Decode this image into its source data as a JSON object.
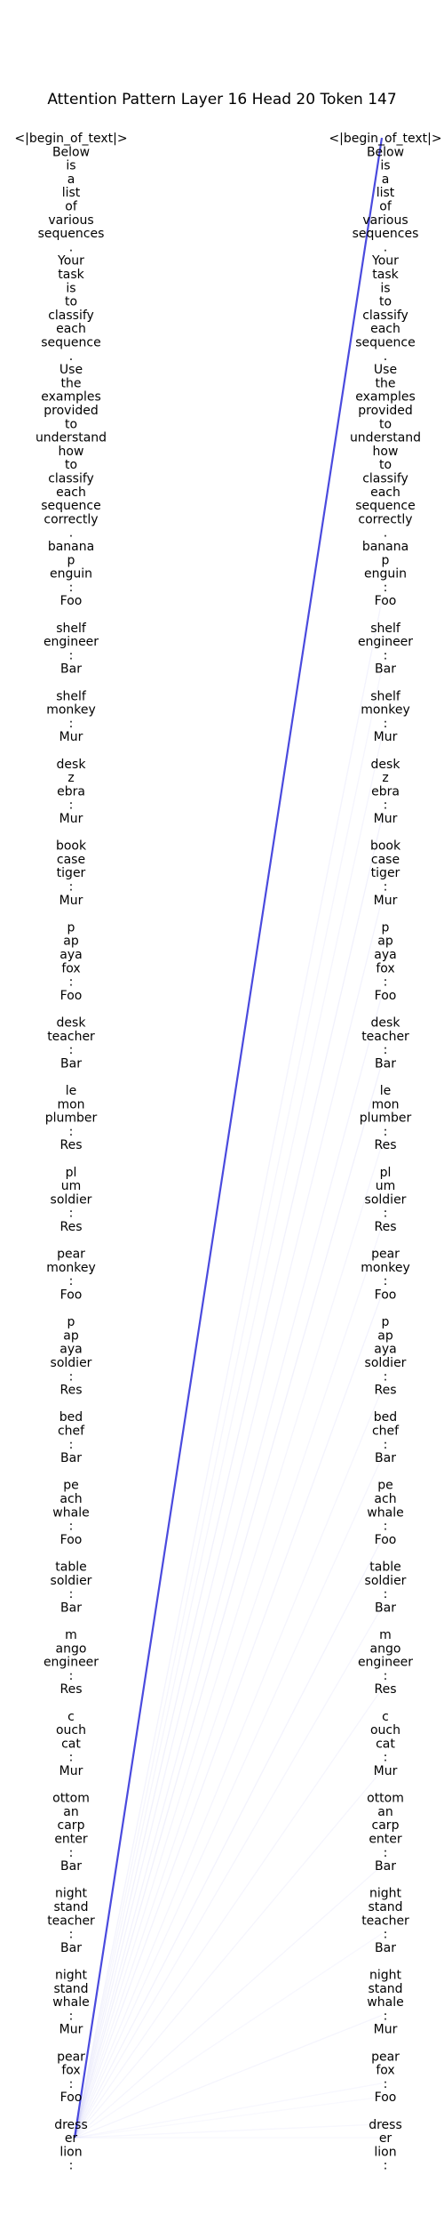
{
  "chart_data": {
    "type": "attention-lines",
    "title": "Attention Pattern Layer 16 Head 20 Token 147",
    "line_color": "#3b3bdb",
    "query_index": 147,
    "tokens": [
      "<|begin_of_text|>",
      "Below",
      "is",
      "a",
      "list",
      "of",
      "various",
      "sequences",
      ".",
      "Your",
      "task",
      "is",
      "to",
      "classify",
      "each",
      "sequence",
      ".",
      "Use",
      "the",
      "examples",
      "provided",
      "to",
      "understand",
      "how",
      "to",
      "classify",
      "each",
      "sequence",
      "correctly",
      ".",
      "banana",
      "p",
      "enguin",
      ":",
      "Foo",
      "",
      "shelf",
      "engineer",
      ":",
      "Bar",
      "",
      "shelf",
      "monkey",
      ":",
      "Mur",
      "",
      "desk",
      "z",
      "ebra",
      ":",
      "Mur",
      "",
      "book",
      "case",
      "tiger",
      ":",
      "Mur",
      "",
      "p",
      "ap",
      "aya",
      "fox",
      ":",
      "Foo",
      "",
      "desk",
      "teacher",
      ":",
      "Bar",
      "",
      "le",
      "mon",
      "plumber",
      ":",
      "Res",
      "",
      "pl",
      "um",
      "soldier",
      ":",
      "Res",
      "",
      "pear",
      "monkey",
      ":",
      "Foo",
      "",
      "p",
      "ap",
      "aya",
      "soldier",
      ":",
      "Res",
      "",
      "bed",
      "chef",
      ":",
      "Bar",
      "",
      "pe",
      "ach",
      "whale",
      ":",
      "Foo",
      "",
      "table",
      "soldier",
      ":",
      "Bar",
      "",
      "m",
      "ango",
      "engineer",
      ":",
      "Res",
      "",
      "c",
      "ouch",
      "cat",
      ":",
      "Mur",
      "",
      "ottom",
      "an",
      "carp",
      "enter",
      ":",
      "Bar",
      "",
      "night",
      "stand",
      "teacher",
      ":",
      "Bar",
      "",
      "night",
      "stand",
      "whale",
      ":",
      "Mur",
      "",
      "pear",
      "fox",
      ":",
      "Foo",
      "",
      "dress",
      "er",
      "lion",
      ":"
    ],
    "attention": [
      {
        "target": 0,
        "weight": 0.92
      },
      {
        "target": 34,
        "weight": 0.06
      },
      {
        "target": 39,
        "weight": 0.05
      },
      {
        "target": 44,
        "weight": 0.05
      },
      {
        "target": 50,
        "weight": 0.07
      },
      {
        "target": 56,
        "weight": 0.06
      },
      {
        "target": 63,
        "weight": 0.06
      },
      {
        "target": 68,
        "weight": 0.07
      },
      {
        "target": 74,
        "weight": 0.05
      },
      {
        "target": 80,
        "weight": 0.05
      },
      {
        "target": 85,
        "weight": 0.06
      },
      {
        "target": 92,
        "weight": 0.05
      },
      {
        "target": 97,
        "weight": 0.05
      },
      {
        "target": 103,
        "weight": 0.06
      },
      {
        "target": 108,
        "weight": 0.05
      },
      {
        "target": 114,
        "weight": 0.05
      },
      {
        "target": 120,
        "weight": 0.05
      },
      {
        "target": 127,
        "weight": 0.05
      },
      {
        "target": 132,
        "weight": 0.04
      },
      {
        "target": 138,
        "weight": 0.05
      },
      {
        "target": 143,
        "weight": 0.04
      },
      {
        "target": 144,
        "weight": 0.03
      },
      {
        "target": 146,
        "weight": 0.04
      },
      {
        "target": 147,
        "weight": 0.04
      }
    ]
  }
}
